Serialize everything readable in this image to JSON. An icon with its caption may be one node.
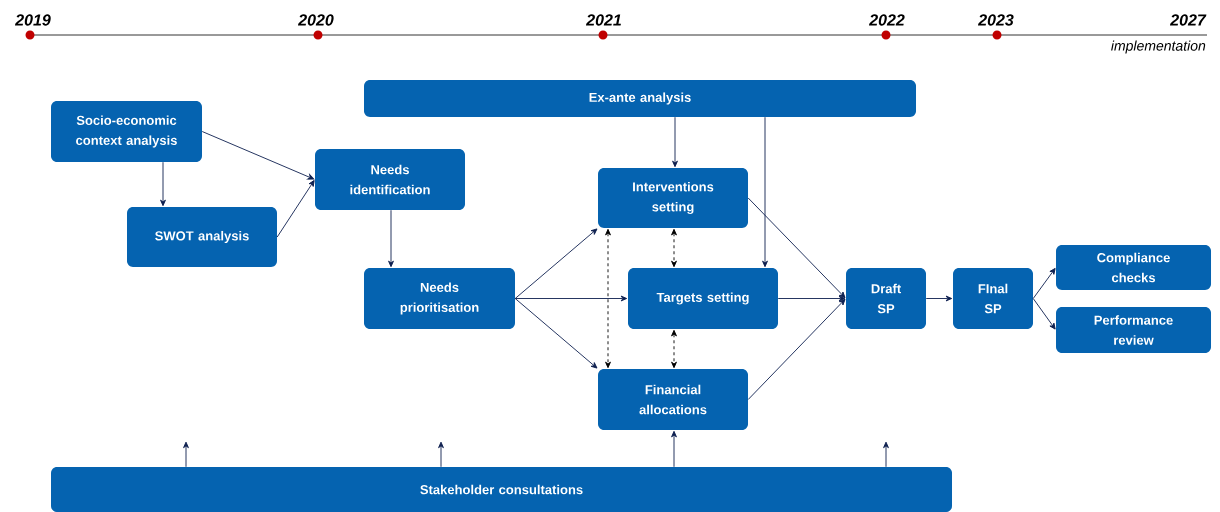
{
  "diagram": {
    "nodes": [
      {
        "text": [
          "Socio-economic context analysis"
        ]
      },
      {
        "text": [
          "SWOT analysis"
        ]
      },
      {
        "text": [
          "Needs identification"
        ]
      },
      {
        "text": [
          "Ex-ante analysis"
        ]
      },
      {
        "text": [
          "Needs prioritisation"
        ]
      },
      {
        "text": [
          "Interventions setting"
        ]
      },
      {
        "text": [
          "Targets setting"
        ]
      },
      {
        "text": [
          "Financial allocations"
        ]
      },
      {
        "text": [
          "Draft SP"
        ]
      },
      {
        "text": [
          "FInal SP"
        ]
      },
      {
        "text": [
          "Compliance checks"
        ]
      },
      {
        "text": [
          "Performance review"
        ]
      },
      {
        "text": [
          "Stakeholder consultations"
        ]
      }
    ],
    "edges": [
      {
        "from": 0,
        "to": 1,
        "arrow": "to"
      },
      {
        "from": 0,
        "to": 2,
        "arrow": "to"
      },
      {
        "from": 1,
        "to": 2,
        "arrow": "to"
      },
      {
        "from": 2,
        "to": 4,
        "arrow": "to"
      },
      {
        "from": 3,
        "to": 5,
        "arrow": "to"
      },
      {
        "from": 3,
        "to": 6,
        "arrow": "to"
      },
      {
        "from": 4,
        "to": 5,
        "arrow": "to"
      },
      {
        "from": 4,
        "to": 6,
        "arrow": "to"
      },
      {
        "from": 4,
        "to": 7,
        "arrow": "to"
      },
      {
        "from": 5,
        "to": 6,
        "arrow": "both",
        "style": "dashed",
        "color": "#000000"
      },
      {
        "from": 5,
        "to": 7,
        "arrow": "both",
        "style": "dashed",
        "color": "#000000"
      },
      {
        "from": 6,
        "to": 7,
        "arrow": "both",
        "style": "dashed",
        "color": "#000000"
      },
      {
        "from": 5,
        "to": 8,
        "arrow": "to"
      },
      {
        "from": 6,
        "to": 8,
        "arrow": "to"
      },
      {
        "from": 7,
        "to": 8,
        "arrow": "to"
      },
      {
        "from": 8,
        "to": 9,
        "arrow": "to"
      },
      {
        "from": 9,
        "to": 10,
        "arrow": "to"
      },
      {
        "from": 9,
        "to": 11,
        "arrow": "to"
      },
      {
        "from": 12,
        "to": null,
        "arrow": "to"
      },
      {
        "from": 12,
        "to": null,
        "arrow": "to"
      },
      {
        "from": 12,
        "to": 7,
        "arrow": "to"
      },
      {
        "from": 12,
        "to": null,
        "arrow": "to"
      }
    ],
    "labels": [
      "2019",
      "2020",
      "2021",
      "2022",
      "2023",
      "2027",
      "implementation"
    ]
  }
}
